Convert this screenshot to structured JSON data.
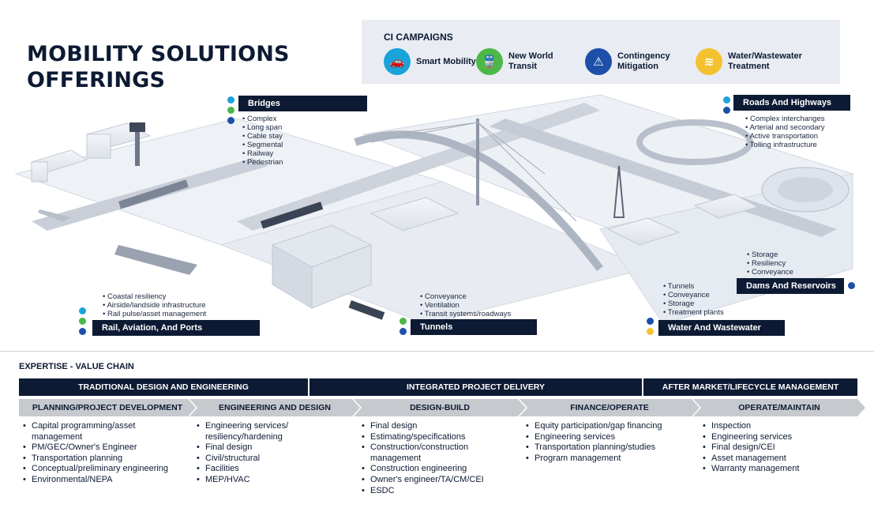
{
  "title": "MOBILITY SOLUTIONS OFFERINGS",
  "campaigns": {
    "heading": "CI CAMPAIGNS",
    "items": [
      {
        "label": "Smart Mobility",
        "icon": "smart-car-icon",
        "color": "#1aa3d9",
        "glyph": "🚗"
      },
      {
        "label": "New World Transit",
        "icon": "train-icon",
        "color": "#4cb848",
        "glyph": "🚆"
      },
      {
        "label": "Contingency Mitigation",
        "icon": "warning-icon",
        "color": "#1e4fa8",
        "glyph": "⚠"
      },
      {
        "label": "Water/Wastewater Treatment",
        "icon": "water-waves-icon",
        "color": "#f4c230",
        "glyph": "≋"
      }
    ]
  },
  "sections": {
    "bridges": {
      "label": "Bridges",
      "items": [
        "Complex",
        "Long span",
        "Cable stay",
        "Segmental",
        "Railway",
        "Pedestrian"
      ]
    },
    "roads": {
      "label": "Roads And Highways",
      "items": [
        "Complex interchanges",
        "Arterial and secondary",
        "Active transportation",
        "Tolling infrastructure"
      ]
    },
    "dams": {
      "label": "Dams And Reservoirs",
      "items": [
        "Storage",
        "Resiliency",
        "Conveyance"
      ]
    },
    "water": {
      "label": "Water And Wastewater",
      "items": [
        "Tunnels",
        "Conveyance",
        "Storage",
        "Treatment plants"
      ]
    },
    "tunnels": {
      "label": "Tunnels",
      "items": [
        "Conveyance",
        "Ventilation",
        "Transit systems/roadways"
      ]
    },
    "rail": {
      "label": "Rail, Aviation, And Ports",
      "items": [
        "Coastal resiliency",
        "Airside/landside infrastructure",
        "Rail pulse/asset management"
      ]
    }
  },
  "colors": {
    "navy": "#0d1a33",
    "cyan": "#1aa3d9",
    "green": "#4cb848",
    "blue": "#1e4fa8",
    "yellow": "#f4c230"
  },
  "expertise": {
    "heading": "EXPERTISE - VALUE CHAIN",
    "bands": [
      "TRADITIONAL DESIGN AND ENGINEERING",
      "INTEGRATED PROJECT DELIVERY",
      "AFTER MARKET/LIFECYCLE MANAGEMENT"
    ],
    "stages": [
      "PLANNING/PROJECT DEVELOPMENT",
      "ENGINEERING AND DESIGN",
      "DESIGN-BUILD",
      "FINANCE/OPERATE",
      "OPERATE/MAINTAIN"
    ],
    "columns": [
      [
        "Capital programming/asset management",
        "PM/GEC/Owner's Engineer",
        "Transportation planning",
        "Conceptual/preliminary engineering",
        "Environmental/NEPA"
      ],
      [
        "Engineering services/ resiliency/hardening",
        "Final design",
        "Civil/structural",
        "Facilities",
        "MEP/HVAC"
      ],
      [
        "Final design",
        "Estimating/specifications",
        "Construction/construction management",
        "Construction engineering",
        "Owner's engineer/TA/CM/CEI",
        "ESDC"
      ],
      [
        "Equity participation/gap financing",
        "Engineering services",
        "Transportation planning/studies",
        "Program management"
      ],
      [
        "Inspection",
        "Engineering services",
        "Final design/CEI",
        "Asset management",
        "Warranty management"
      ]
    ]
  }
}
